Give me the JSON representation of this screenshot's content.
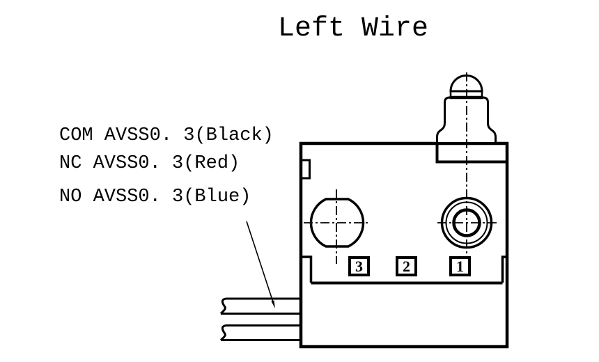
{
  "title": "Left Wire",
  "wire_labels": [
    {
      "name": "com",
      "label": "COM AVSS0. 3(Black)"
    },
    {
      "name": "nc",
      "label": "NC AVSS0. 3(Red)"
    },
    {
      "name": "no",
      "label": "NO AVSS0. 3(Blue)"
    }
  ],
  "terminals": [
    {
      "number": "3"
    },
    {
      "number": "2"
    },
    {
      "number": "1"
    }
  ],
  "colors": {
    "line": "#000000",
    "background": "#ffffff"
  }
}
